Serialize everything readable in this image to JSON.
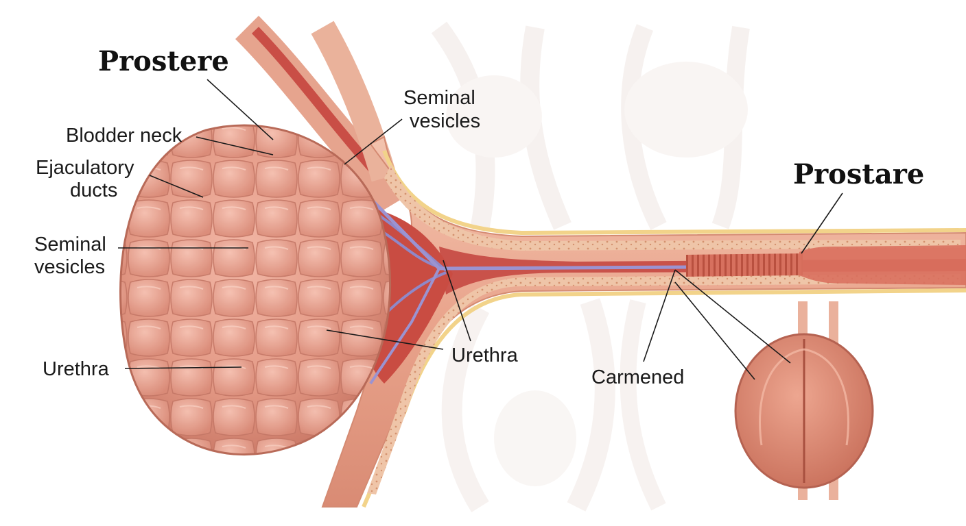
{
  "diagram": {
    "labels": {
      "prostere": "Prostere",
      "prostare": "Prostare",
      "blodder_neck": "Blodder neck",
      "ejaculatory_1": "Ejaculatory",
      "ejaculatory_2": "ducts",
      "seminal_left_1": "Seminal",
      "seminal_left_2": "vesicles",
      "seminal_top_1": "Seminal",
      "seminal_top_2": "vesicles",
      "urethra_left": "Urethra",
      "urethra_center": "Urethra",
      "carmened": "Carmened"
    }
  }
}
